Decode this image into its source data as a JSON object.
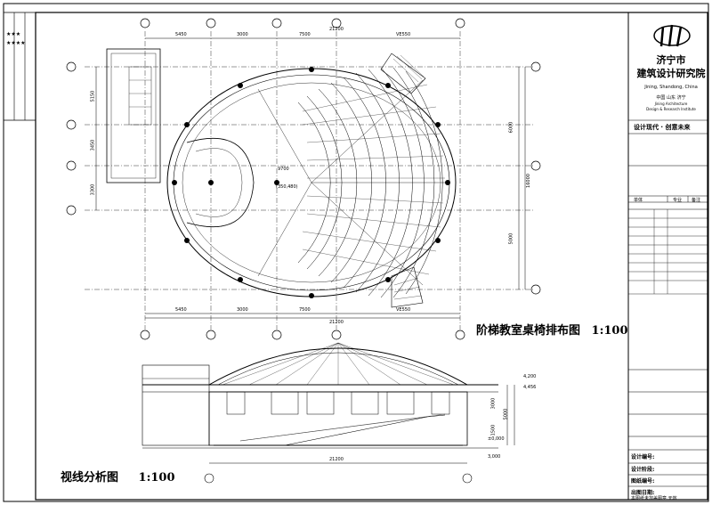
{
  "plan": {
    "title": "阶梯教室桌椅排布图",
    "scale": "1:100",
    "dims_top": [
      "5450",
      "3000",
      "7500",
      "21200",
      "VE550"
    ],
    "dims_bottom": [
      "5450",
      "3000",
      "7500",
      "21200",
      "VE550"
    ],
    "dims_right": [
      "6000",
      "16000",
      "5000"
    ],
    "dims_left": [
      "5150",
      "3450",
      "3300"
    ],
    "annotation_center": "9700",
    "annotation_box": "(350,480)"
  },
  "section": {
    "title": "视线分析图",
    "scale": "1:100",
    "dim_total": "21200",
    "levels": [
      "±0,000",
      "4,200",
      "4,456",
      "3,000"
    ],
    "dims_vertical": [
      "3000",
      "5000",
      "1500"
    ]
  },
  "title_block": {
    "org_name_line1": "济宁市",
    "org_name_line2": "建筑设计研究院",
    "org_en_line1": "Jining, Shandong, China",
    "org_cn_line": "中国  山东  济宁",
    "org_en_line2": "Jining Architecture",
    "org_en_line3": "Design & Research Institute",
    "slogan": "设计现代 · 创意未来",
    "labels": {
      "check_no": "设计编号:",
      "design_stage": "设计阶段:",
      "drawing_no": "图纸编号:",
      "date": "出图日期:",
      "footer": "本图纸未加盖图章  无效"
    },
    "table_headers": [
      "单体",
      "专业",
      "备注"
    ]
  },
  "left_strip": {
    "marks": [
      "★★★",
      "★★★★"
    ]
  }
}
